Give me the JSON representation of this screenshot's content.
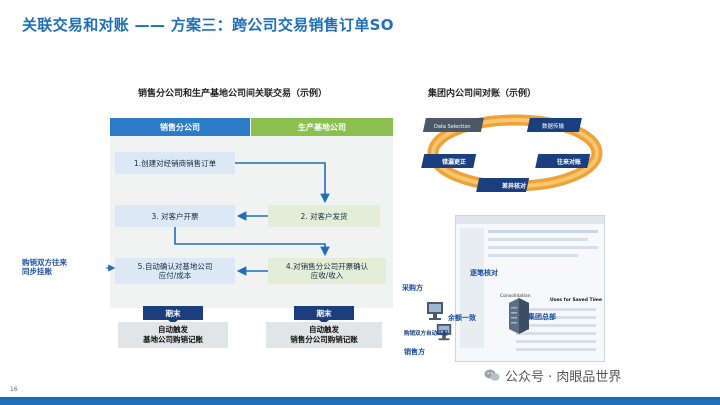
{
  "page": {
    "title": "关联交易和对账 —— 方案三：跨公司交易销售订单SO",
    "page_number": "16"
  },
  "left_section": {
    "title": "销售分公司和生产基地公司间关联交易（示例）",
    "col_left_header": "销售分公司",
    "col_right_header": "生产基地公司",
    "step1": "1.创建对经销商销售订单",
    "step2": "2. 对客户发货",
    "step3": "3. 对客户开票",
    "step4_line1": "4.对销售分公司开票确认",
    "step4_line2": "应收/收入",
    "step5_line1": "5.自动确认对基地公司",
    "step5_line2": "应付/成本",
    "side_note_line1": "购销双方往来",
    "side_note_line2": "同步挂账",
    "period_left": "期末",
    "period_right": "期末",
    "auto_left_line1": "自动触发",
    "auto_left_line2": "基地公司购销记账",
    "auto_right_line1": "自动触发",
    "auto_right_line2": "销售分公司购销记账"
  },
  "right_section": {
    "title": "集团内公司间对账（示例）",
    "cycle": {
      "data_selection": "Data Selection",
      "top_right": "数据传输",
      "left": "错漏更正",
      "right": "往来对账",
      "bottom": "差异核对"
    },
    "labels": {
      "buyer": "采购方",
      "seller": "销售方",
      "line_check": "逐笔核对",
      "balance": "余额一致",
      "group_hq": "集团总部",
      "auto_match": "购销双方自动匹配"
    },
    "screen_text": {
      "consolidation": "Consolidation",
      "uses_for_saved_time": "Uses for Saved Time"
    }
  },
  "watermark": "公众号 · 肉眼品世界",
  "colors": {
    "title_blue": "#1f6fb8",
    "left_header_blue": "#2c7bc6",
    "right_header_green": "#8bbf4f",
    "arrow_blue": "#1f6fb8",
    "dark_navy": "#1b3f7e"
  }
}
